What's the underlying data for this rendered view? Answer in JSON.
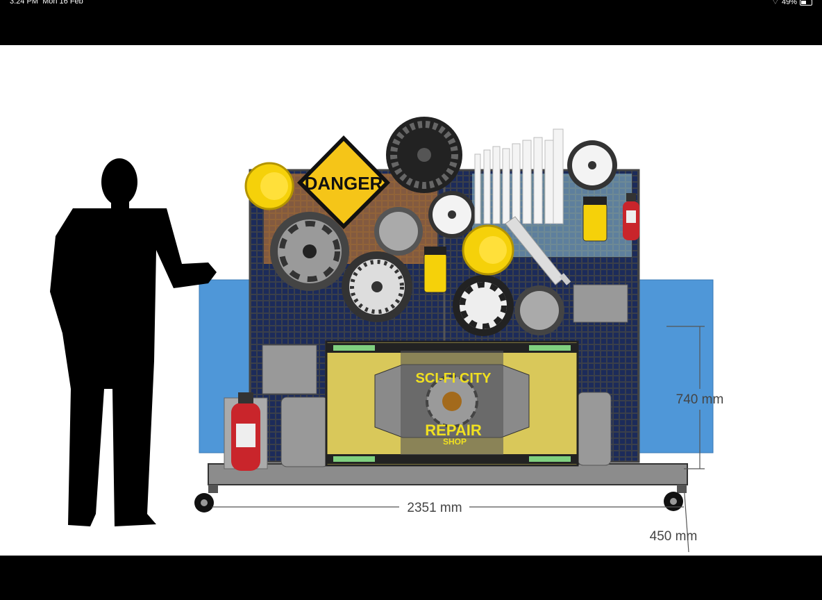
{
  "status_bar": {
    "time": "3:24 PM",
    "date": "Mon 16 Feb",
    "battery": "49%",
    "battery_level": 0.49
  },
  "drawing": {
    "danger_sign": "DANGER",
    "banner_line1": "SCI-FI CITY",
    "banner_line2": "REPAIR",
    "banner_line3": "SHOP",
    "width_dimension": "2351 mm",
    "height_dimension": "740 mm",
    "depth_dimension": "450 mm"
  },
  "colors": {
    "panel_blue": "#4f97d8",
    "sign_yellow": "#f5c518",
    "grid": "#2b3140",
    "extinguisher_red": "#c9252b"
  }
}
